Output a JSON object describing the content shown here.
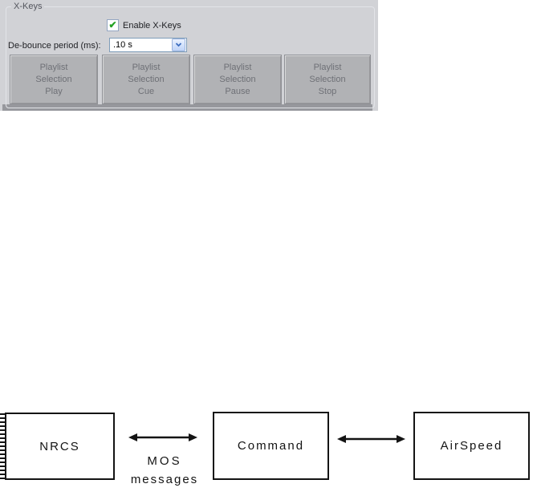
{
  "icons": {
    "checkmark": "✔"
  },
  "colors": {
    "panel_bg": "#d1d2d6",
    "groupbox_border": "#e2e4e8",
    "panel_bottom_shadow": "#97989d",
    "button_face": "#b1b2b5",
    "button_text": "#6e7076",
    "checkmark_green": "#23a123",
    "combo_border": "#7f9db9",
    "combo_button_blue": "#bfd4f8",
    "chevron_blue": "#3c6dbf",
    "diagram_ink": "#141414"
  },
  "xkeys": {
    "group_title": "X-Keys",
    "enable_label": "Enable X-Keys",
    "enable_checked": true,
    "debounce_label": "De-bounce period (ms):",
    "debounce_value": ".10 s",
    "buttons": [
      {
        "line1": "Playlist",
        "line2": "Selection",
        "line3": "Play"
      },
      {
        "line1": "Playlist",
        "line2": "Selection",
        "line3": "Cue"
      },
      {
        "line1": "Playlist",
        "line2": "Selection",
        "line3": "Pause"
      },
      {
        "line1": "Playlist",
        "line2": "Selection",
        "line3": "Stop"
      }
    ]
  },
  "diagram": {
    "nodes": [
      {
        "label": "NRCS"
      },
      {
        "label": "Command"
      },
      {
        "label": "AirSpeed"
      }
    ],
    "link_label_line1": "MOS",
    "link_label_line2": "messages"
  }
}
